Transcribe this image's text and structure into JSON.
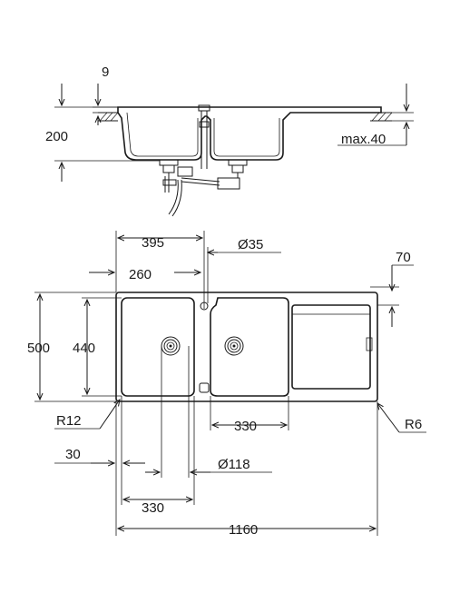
{
  "diagram": {
    "side_view": {
      "lip_thickness": "9",
      "height": "200",
      "max_counter": "max.40"
    },
    "top_view": {
      "bowl_center_offset": "395",
      "tap_hole": "Ø35",
      "drainer_edge": "70",
      "small_bowl_center": "260",
      "total_depth": "500",
      "bowl_depth": "440",
      "corner_radius_inner": "R12",
      "corner_radius_outer": "R6",
      "second_bowl_width": "330",
      "edge_offset": "30",
      "waste_diameter": "Ø118",
      "first_bowl_width": "330",
      "total_width": "1160"
    }
  }
}
